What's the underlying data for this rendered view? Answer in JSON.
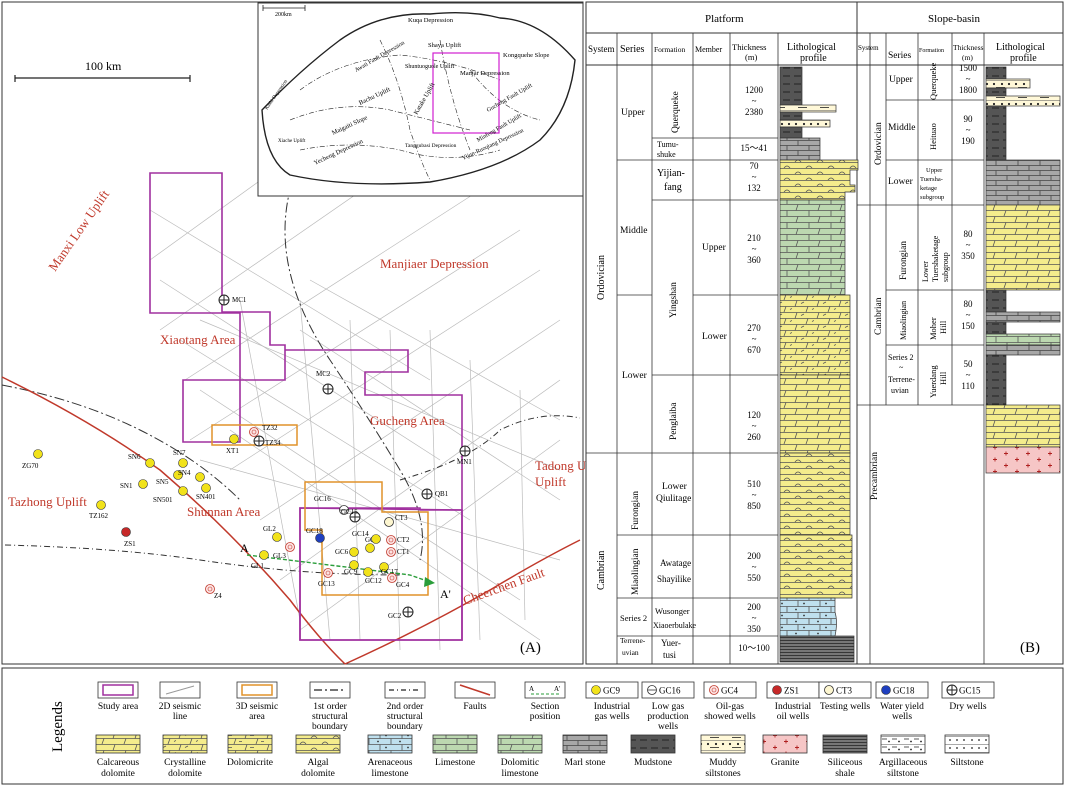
{
  "panel_a": {
    "label": "(A)",
    "scale": "100 km",
    "inset": {
      "scale": "200km",
      "labels": [
        "Kuqa Depression",
        "Shaya Uplift",
        "Kongquehe Slope",
        "Awati Fault Depression",
        "Shuntuoguole Uplift",
        "Manjar Depression",
        "Bachu Uplift",
        "Katake Uplift",
        "Gucheng Fault Uplift",
        "Kashi Depression",
        "Maigaiti Slope",
        "Tanggubasi Depression",
        "Yecheng Depression",
        "Xiache Uplift",
        "Minfeng Fault Uplift",
        "Yijun-Ruoqiang Depression"
      ]
    },
    "regions": {
      "manxi": "Manxi Low Uplift",
      "manjiaer": "Manjiaer Depression",
      "xiaotang": "Xiaotang Area",
      "gucheng": "Gucheng Area",
      "shunnan": "Shunnan Area",
      "tadong": "Tadong Uplift",
      "tazhong": "Tazhong Uplift",
      "cheerchen": "Cheerchen Fault"
    },
    "section_a": "A",
    "section_a2": "A'",
    "wells": {
      "gas": [
        "ZG70",
        "SN6",
        "SN7",
        "SN1",
        "SN5",
        "SN4",
        "SN501",
        "SN401",
        "TZ162",
        "XT1",
        "GL2",
        "GL1",
        "GC6",
        "GC8",
        "GC9",
        "GC12",
        "GC14",
        "GC17"
      ],
      "low_gas": [
        "GC16"
      ],
      "showed": [
        "TZ32",
        "GL3",
        "GC13",
        "GC4",
        "Z4",
        "CT2",
        "CT1"
      ],
      "oil": [
        "ZS1"
      ],
      "test": [
        "CT3"
      ],
      "water": [
        "GC18"
      ],
      "dry": [
        "MC1",
        "MC2",
        "MN1",
        "QB1",
        "GC2",
        "TZ34",
        "GC15"
      ]
    }
  },
  "panel_b": {
    "label": "(B)",
    "platform_title": "Platform",
    "slope_title": "Slope-basin",
    "headers": {
      "system": "System",
      "series": "Series",
      "formation": "Formation",
      "member": "Member",
      "thickness": "Thickness (m)",
      "litho": "Lithological profile"
    },
    "platform": {
      "systems": [
        "Ordovician",
        "Cambrian"
      ],
      "series": [
        "Upper",
        "Middle",
        "Lower",
        "Furongian",
        "Miaolingian",
        "Series 2",
        "Terrene- uvian"
      ],
      "formations": [
        "Querqueke",
        "Tumu- shuke",
        "Yijian- fang",
        "Yingshan",
        "Penglaiba",
        "Lower Qiulitage",
        "Awatage Shayilike",
        "Wusonger Xiaoerbulake",
        "Yuer- tusi"
      ],
      "members": [
        "Upper",
        "Lower"
      ],
      "thickness": [
        "1200 ~ 2380",
        "15～41",
        "70 ~ 132",
        "210 ~ 360",
        "270 ~ 670",
        "120 ~ 260",
        "510 ~ 850",
        "200 ~ 550",
        "200 ~ 350",
        "10～100"
      ]
    },
    "slope": {
      "systems": [
        "Ordovician",
        "Cambrian",
        "Precambrian"
      ],
      "series": [
        "Upper",
        "Middle",
        "Lower",
        "Furongian",
        "Miaolingian",
        "Series 2 ~ Terrene- uvian"
      ],
      "formations": [
        "Querqueke",
        "Heituao",
        "Upper Tuersha- ketage subgroup",
        "Lower Tuershaketage subgroup",
        "Moher Hill",
        "Yuerdang Hill"
      ],
      "thickness": [
        "1500 ~ 1800",
        "90 ~ 190",
        "80 ~ 350",
        "80 ~ 150",
        "50 ~ 110"
      ]
    }
  },
  "legends": {
    "title": "Legends",
    "row1": [
      "Study area",
      "2D seismic line",
      "3D seismic area",
      "1st order structural boundary",
      "2nd order structural boundary",
      "Faults",
      "Section position",
      "Industrial gas wells",
      "Low gas production wells",
      "Oil-gas showed wells",
      "Industrial oil wells",
      "Testing wells",
      "Water yield wells",
      "Dry wells"
    ],
    "row1_well_codes": [
      "GC9",
      "GC16",
      "GC4",
      "ZS1",
      "CT3",
      "GC18",
      "GC15"
    ],
    "section_codes": [
      "A",
      "A'"
    ],
    "row2": [
      "Calcareous dolomite",
      "Crystalline dolomite",
      "Dolomicrite",
      "Algal dolomite",
      "Arenaceous limestone",
      "Limestone",
      "Dolomitic limestone",
      "Marl stone",
      "Mudstone",
      "Muddy siltstones",
      "Granite",
      "Siliceous shale",
      "Argillaceous siltstone",
      "Siltstone"
    ]
  },
  "colors": {
    "study_area": "#a0309f",
    "seismic3d": "#e0922a",
    "fault": "#c0392b",
    "gas_well": "#f1e21a",
    "oil_well": "#c62828",
    "water_well": "#1f3fbf",
    "dolomite": "#f4ec8c",
    "limestone": "#bcd8b0",
    "arenaceous": "#bfe0ee",
    "marl": "#a7a7a7",
    "mudstone": "#555555",
    "siltstone": "#fff8d8",
    "granite": "#f6c6c6"
  }
}
